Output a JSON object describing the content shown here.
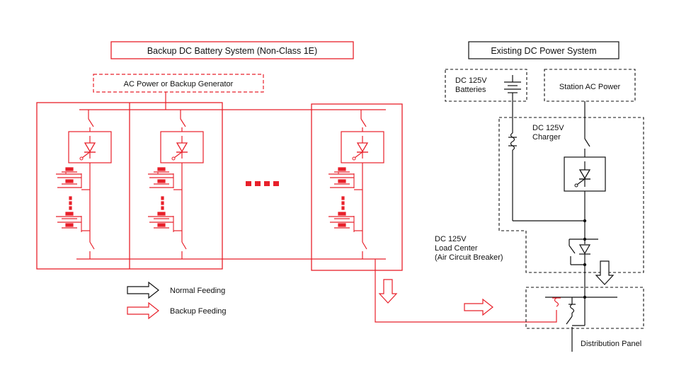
{
  "labels": {
    "backup_title": "Backup DC Battery System (Non-Class 1E)",
    "existing_title": "Existing DC Power System",
    "ac_power": "AC Power or Backup Generator",
    "dc_batteries_line1": "DC 125V",
    "dc_batteries_line2": "Batteries",
    "station_ac": "Station AC Power",
    "charger_line1": "DC 125V",
    "charger_line2": "Charger",
    "load_center_line1": "DC 125V",
    "load_center_line2": "Load Center",
    "load_center_line3": "(Air Circuit Breaker)",
    "distribution_panel": "Distribution Panel",
    "legend_normal": "Normal Feeding",
    "legend_backup": "Backup Feeding"
  },
  "colors": {
    "backup": "#e8202a",
    "normal": "#111111"
  }
}
